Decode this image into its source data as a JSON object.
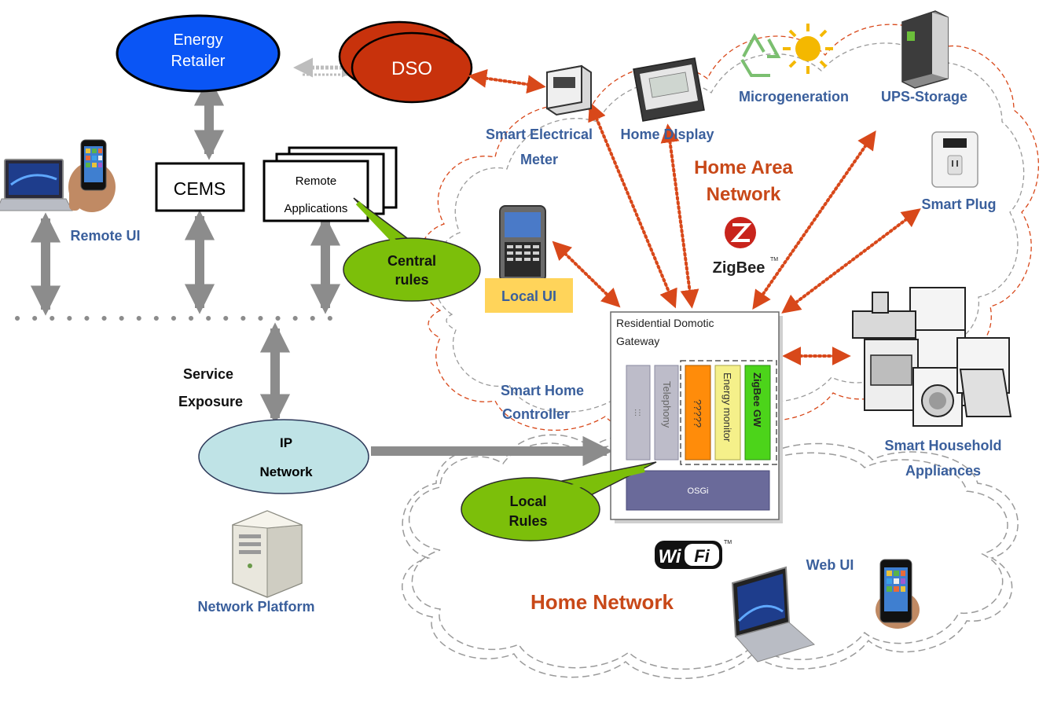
{
  "energy_retailer": {
    "line1": "Energy",
    "line2": "Retailer"
  },
  "dso": "DSO",
  "cems": "CEMS",
  "remote_applications": {
    "line1": "Remote",
    "line2": "Applications"
  },
  "remote_ui": "Remote UI",
  "central_rules": {
    "line1": "Central",
    "line2": "rules"
  },
  "service_exposure": {
    "line1": "Service",
    "line2": "Exposure"
  },
  "ip_network": {
    "line1": "IP",
    "line2": "Network"
  },
  "network_platform": "Network Platform",
  "smart_electrical_meter": {
    "line1": "Smart Electrical",
    "line2": "Meter"
  },
  "home_display": "Home DIsplay",
  "microgeneration": "Microgeneration",
  "ups_storage": "UPS-Storage",
  "home_area_network": {
    "line1": "Home Area",
    "line2": "Network"
  },
  "smart_plug": "Smart Plug",
  "zigbee": "ZigBee",
  "local_ui": "Local UI",
  "gateway": {
    "title_line1": "Residential Domotic",
    "title_line2": "Gateway",
    "modules": [
      ":::",
      "Telephony",
      "?????",
      "Energy monitor",
      "ZigBee GW"
    ],
    "osgi": "OSGi"
  },
  "smart_home_controller": {
    "line1": "Smart Home",
    "line2": "Controller"
  },
  "smart_household_appliances": {
    "line1": "Smart Household",
    "line2": "Appliances"
  },
  "local_rules": {
    "line1": "Local",
    "line2": "Rules"
  },
  "wifi": {
    "left": "Wi",
    "right": "Fi"
  },
  "web_ui": "Web UI",
  "home_network": "Home Network",
  "colors": {
    "retailer_blue": "#0a55f5",
    "dso_red": "#c8320c",
    "callout_green": "#7cbf0a",
    "ip_network_fill": "#bfe3e6",
    "dotted_orange": "#d8481a",
    "label_blue": "#3a5f9c",
    "label_orange": "#c84818"
  }
}
